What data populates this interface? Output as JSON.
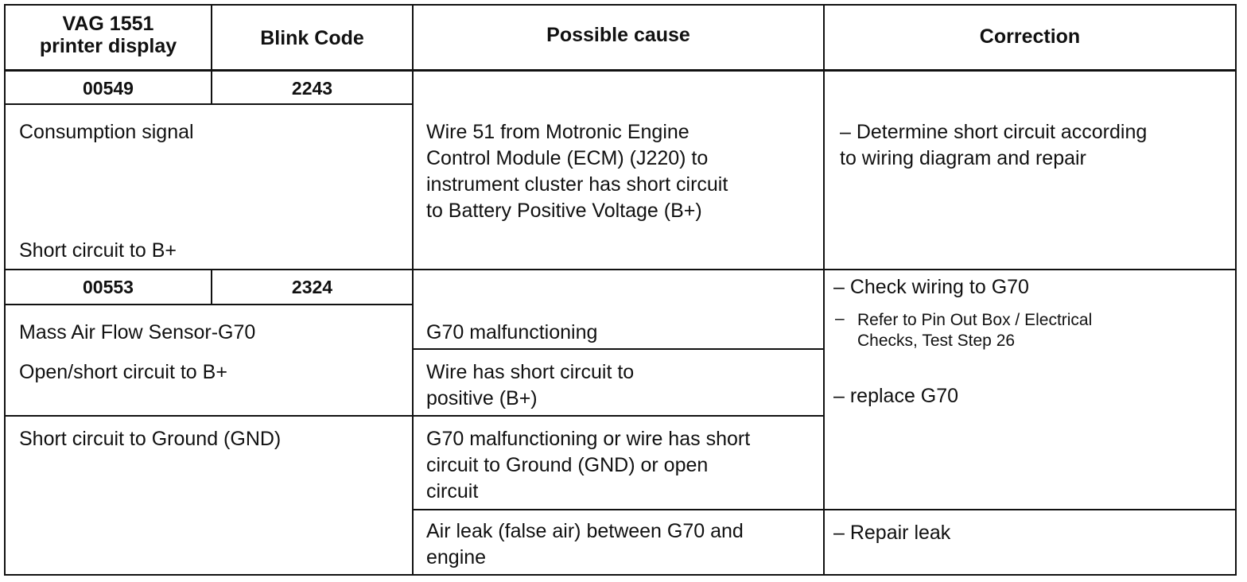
{
  "header": {
    "col1": "VAG 1551\nprinter display",
    "col2": "Blink Code",
    "col3": "Possible cause",
    "col4": "Correction"
  },
  "rows": [
    {
      "code": "00549",
      "blink": "2243",
      "display": "Consumption signal",
      "display_sub": "Short circuit to B+",
      "cause": "Wire 51 from Motronic Engine\nControl Module (ECM) (J220) to\ninstrument cluster has short circuit\nto Battery Positive Voltage (B+)",
      "correction": "– Determine short circuit according\n   to wiring diagram and repair"
    },
    {
      "code": "00553",
      "blink": "2324",
      "display": "Mass Air Flow Sensor-G70",
      "display_sub": "Open/short circuit to B+",
      "display_sub2": "Short circuit to Ground (GND)",
      "cause1": "G70 malfunctioning",
      "cause2": "Wire has short circuit to\npositive (B+)",
      "cause3": "G70 malfunctioning or wire has short\ncircuit to Ground (GND) or open\ncircuit",
      "cause4": "Air leak (false air) between G70 and\nengine",
      "correction1": "– Check wiring to G70",
      "correction2": "Refer to Pin Out Box / Electrical\nChecks, Test Step 26",
      "correction2_dash": "–",
      "correction3": "– replace G70",
      "correction4": "– Repair leak"
    }
  ]
}
